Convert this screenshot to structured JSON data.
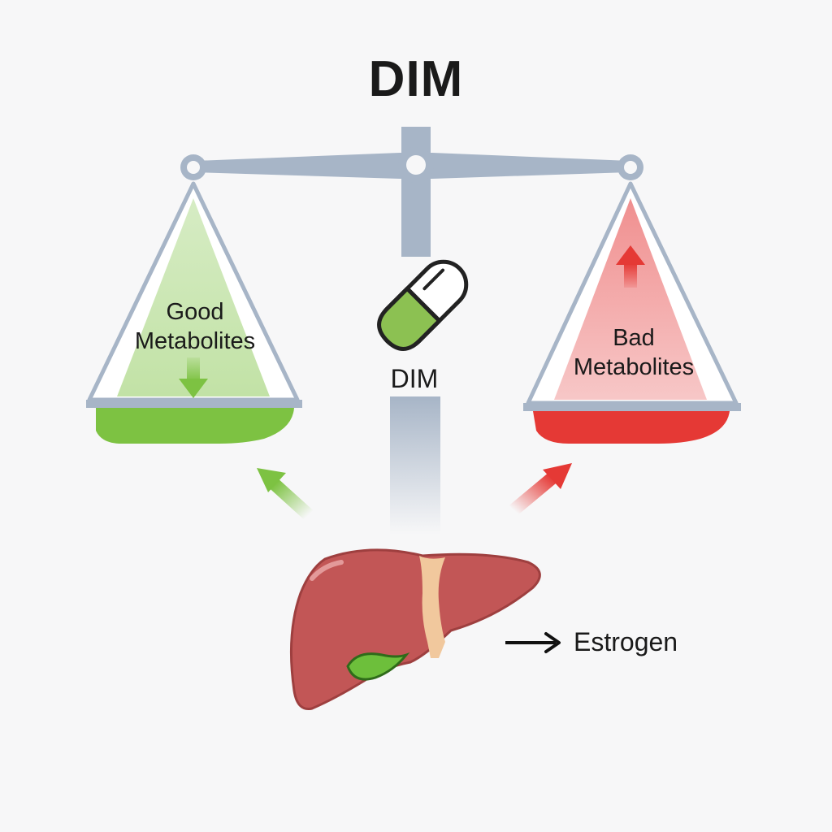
{
  "title": "DIM",
  "left_pan": {
    "label_line1": "Good",
    "label_line2": "Metabolites",
    "color": "#7dc242"
  },
  "right_pan": {
    "label_line1": "Bad",
    "label_line2": "Metabolites",
    "color": "#e53935"
  },
  "pill": {
    "label": "DIM",
    "color": "#8cc152"
  },
  "liver": {
    "label": "Estrogen",
    "color": "#c25656"
  },
  "colors": {
    "beam": "#a7b5c7",
    "bg": "#f7f7f8"
  },
  "icons": [
    "balance-scale-icon",
    "capsule-icon",
    "liver-icon",
    "arrow-up-icon",
    "arrow-down-icon",
    "arrow-right-icon"
  ]
}
